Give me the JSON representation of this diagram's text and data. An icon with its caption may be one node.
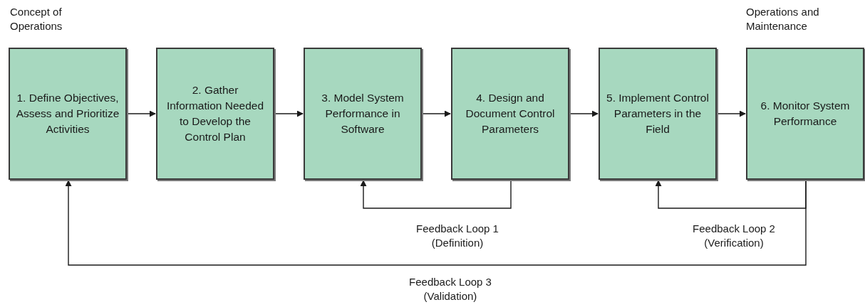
{
  "diagram": {
    "nodes": [
      {
        "text": [
          "Concept of Operations",
          "1. Define Objectives, Assess and Prioritize Activities"
        ]
      },
      {
        "text": [
          "2. Gather Information Needed to Develop the Control Plan"
        ]
      },
      {
        "text": [
          "3. Model System Performance in Software"
        ]
      },
      {
        "text": [
          "4. Design and Document Control Parameters"
        ]
      },
      {
        "text": [
          "5. Implement Control Parameters in the Field"
        ]
      },
      {
        "text": [
          "Operations and Maintenance",
          "6. Monitor System Performance"
        ]
      }
    ],
    "edges": [
      {
        "from": 0,
        "to": 1,
        "arrow": "to"
      },
      {
        "from": 1,
        "to": 2,
        "arrow": "to"
      },
      {
        "from": 2,
        "to": 3,
        "arrow": "to"
      },
      {
        "from": 3,
        "to": 4,
        "arrow": "to"
      },
      {
        "from": 4,
        "to": 5,
        "arrow": "to"
      },
      {
        "from": 3,
        "to": 2,
        "arrow": "to",
        "label": "Feedback Loop 1 (Definition)"
      },
      {
        "from": 5,
        "to": 4,
        "arrow": "to",
        "label": "Feedback Loop 2 (Verification)"
      },
      {
        "from": 5,
        "to": 0,
        "arrow": "to",
        "label": "Feedback Loop 3 (Validation)"
      }
    ]
  }
}
